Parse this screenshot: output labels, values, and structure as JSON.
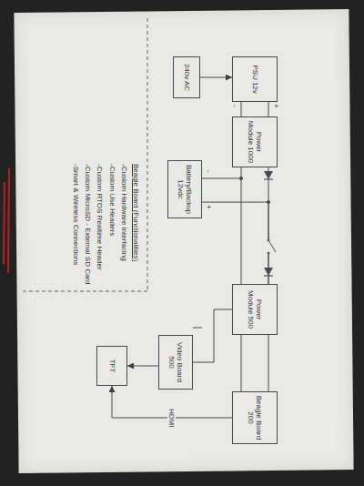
{
  "diagram": {
    "nodes": [
      {
        "text": [
          "PSU 12v"
        ]
      },
      {
        "text": [
          "240v AC"
        ]
      },
      {
        "text": [
          "Power Module 1000"
        ]
      },
      {
        "text": [
          "Battery/Backup 12vdc"
        ]
      },
      {
        "text": [
          "Power Module 500"
        ]
      },
      {
        "text": [
          "Video Board 500"
        ]
      },
      {
        "text": [
          "TFT"
        ]
      },
      {
        "text": [
          "Beagle Board 200"
        ]
      }
    ],
    "edges": [
      {
        "from": 1,
        "to": 0,
        "arrow": "to"
      },
      {
        "from": 0,
        "to": 2,
        "arrow": "none"
      },
      {
        "from": 2,
        "to": 4,
        "arrow": "none"
      },
      {
        "from": 3,
        "to": 4,
        "arrow": "none"
      },
      {
        "from": 4,
        "to": 5,
        "arrow": "none"
      },
      {
        "from": 4,
        "to": 7,
        "arrow": "none"
      },
      {
        "from": 5,
        "to": 6,
        "arrow": "to"
      },
      {
        "from": 7,
        "to": 6,
        "label": "HDMI",
        "arrow": "to"
      }
    ],
    "labels": [
      "+",
      "-",
      "+",
      "-",
      "Beagle Board (Functionalities)",
      "-Custom Hardware Interfacing",
      "-Custom Use Headers",
      "-Custom RTOS Realtime Header",
      "-Custom MicroSD - External SD Card",
      "-Smart & Wireless Connections"
    ]
  }
}
